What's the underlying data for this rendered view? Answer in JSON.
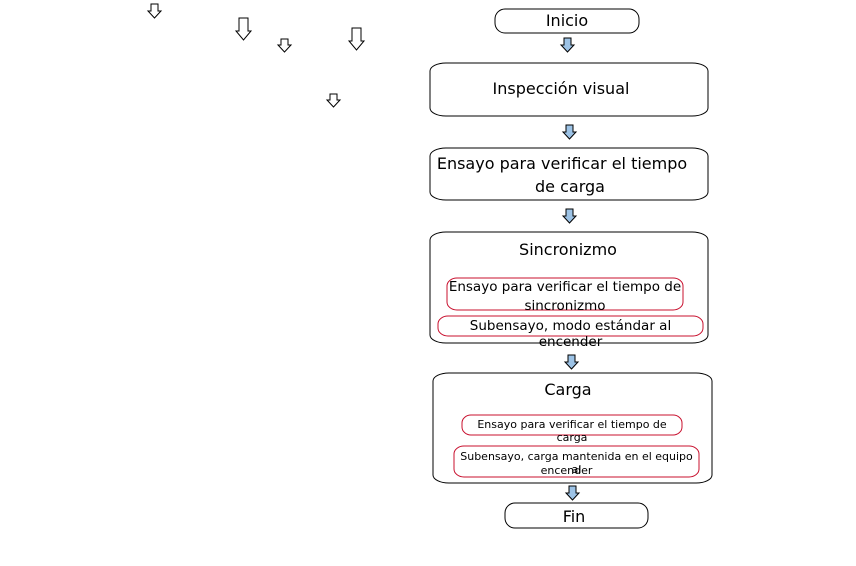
{
  "flowchart": {
    "start": "Inicio",
    "inspection": "Inspección visual",
    "charge_time_test": {
      "line1": "Ensayo para verificar el tiempo",
      "line2": "de carga"
    },
    "sync": {
      "title": "Sincronizmo",
      "sub1_line1": "Ensayo para verificar el tiempo de",
      "sub1_line2": "sincronizmo",
      "sub2": "Subensayo, modo estándar al encender"
    },
    "load": {
      "title": "Carga",
      "sub1": "Ensayo para verificar el tiempo de carga",
      "sub2_line1": "Subensayo, carga mantenida en el equipo al",
      "sub2_line2": "encender"
    },
    "end": "Fin"
  },
  "colors": {
    "box_border": "#000000",
    "sub_border": "#c8102e",
    "flow_arrow_fill": "#9dc3e6",
    "stray_arrow_fill": "#ffffff"
  }
}
